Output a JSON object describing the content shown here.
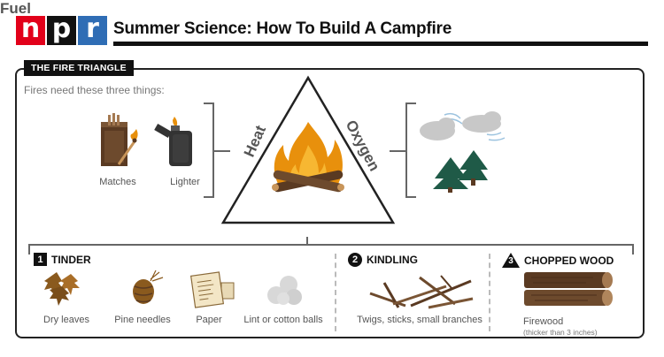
{
  "header": {
    "logo_letters": [
      "n",
      "p",
      "r"
    ],
    "title": "Summer Science: How To Build A Campfire"
  },
  "fire_triangle": {
    "label": "THE FIRE TRIANGLE",
    "intro": "Fires need these three things:",
    "sides": {
      "heat": "Heat",
      "oxygen": "Oxygen",
      "fuel": "Fuel"
    },
    "heat_items": [
      "Matches",
      "Lighter"
    ]
  },
  "fuel_sections": [
    {
      "number": "1",
      "title": "TINDER",
      "items": [
        "Dry leaves",
        "Pine needles",
        "Paper",
        "Lint or cotton balls"
      ]
    },
    {
      "number": "2",
      "title": "KINDLING",
      "items": [
        "Twigs, sticks, small branches"
      ]
    },
    {
      "number": "3",
      "title": "CHOPPED WOOD",
      "items": [
        "Firewood"
      ],
      "note": "(thicker than 3 inches)"
    }
  ],
  "colors": {
    "npr_red": "#e2001a",
    "npr_black": "#111111",
    "npr_blue": "#2f6db5",
    "brown": "#5a3a22",
    "flame_orange": "#e8900c",
    "tree_green": "#1f5a47",
    "cloud_gray": "#c8c8c8"
  }
}
